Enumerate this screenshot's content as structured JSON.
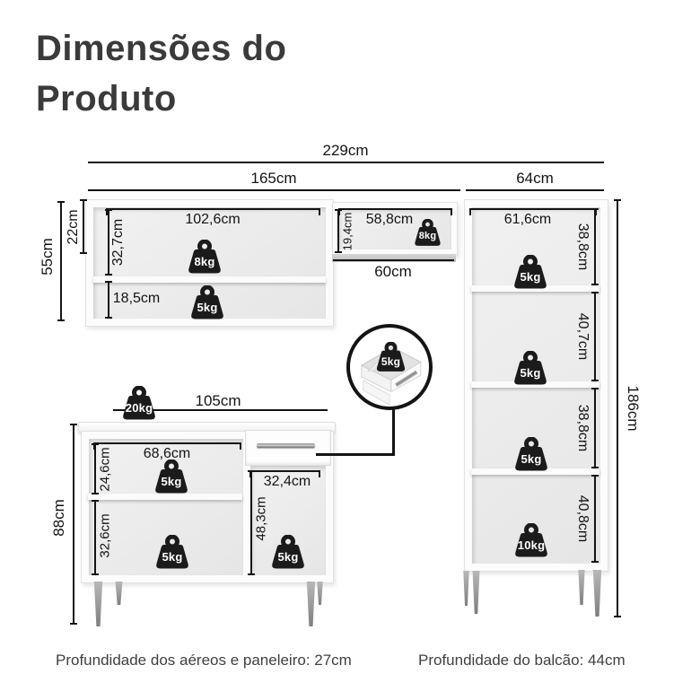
{
  "title": {
    "line1": "Dimensões do",
    "line2": "Produto"
  },
  "overall": {
    "total_width": "229cm",
    "left_width": "165cm",
    "right_width": "64cm"
  },
  "upper_cabinet": {
    "height": "55cm",
    "top_section_height": "22cm",
    "inner_width": "102,6cm",
    "inner_top_height": "32,7cm",
    "bottom_shelf_height": "18,5cm",
    "top_weight": "8kg",
    "bottom_weight": "5kg"
  },
  "middle_shelf": {
    "height": "19,4cm",
    "inner_width": "58,8cm",
    "weight": "8kg",
    "niche_width": "60cm"
  },
  "tall_cabinet": {
    "inner_width": "61,6cm",
    "total_height": "186cm",
    "sections": [
      {
        "height": "38,8cm",
        "weight": "5kg"
      },
      {
        "height": "40,7cm",
        "weight": "5kg"
      },
      {
        "height": "38,8cm",
        "weight": "5kg"
      },
      {
        "height": "40,8cm",
        "weight": "10kg"
      }
    ]
  },
  "base_cabinet": {
    "width": "105cm",
    "height": "88cm",
    "top_weight": "20kg",
    "inner_width": "68,6cm",
    "upper_inner_height": "24,6cm",
    "upper_weight": "5kg",
    "lower_inner_height": "32,6cm",
    "lower_weight": "5kg",
    "right_width": "32,4cm",
    "right_height": "48,3cm",
    "right_weight": "5kg"
  },
  "drawer_callout": {
    "weight": "5kg"
  },
  "footer": {
    "left": "Profundidade dos aéreos e paneleiro: 27cm",
    "right": "Profundidade do balcão: 44cm"
  }
}
